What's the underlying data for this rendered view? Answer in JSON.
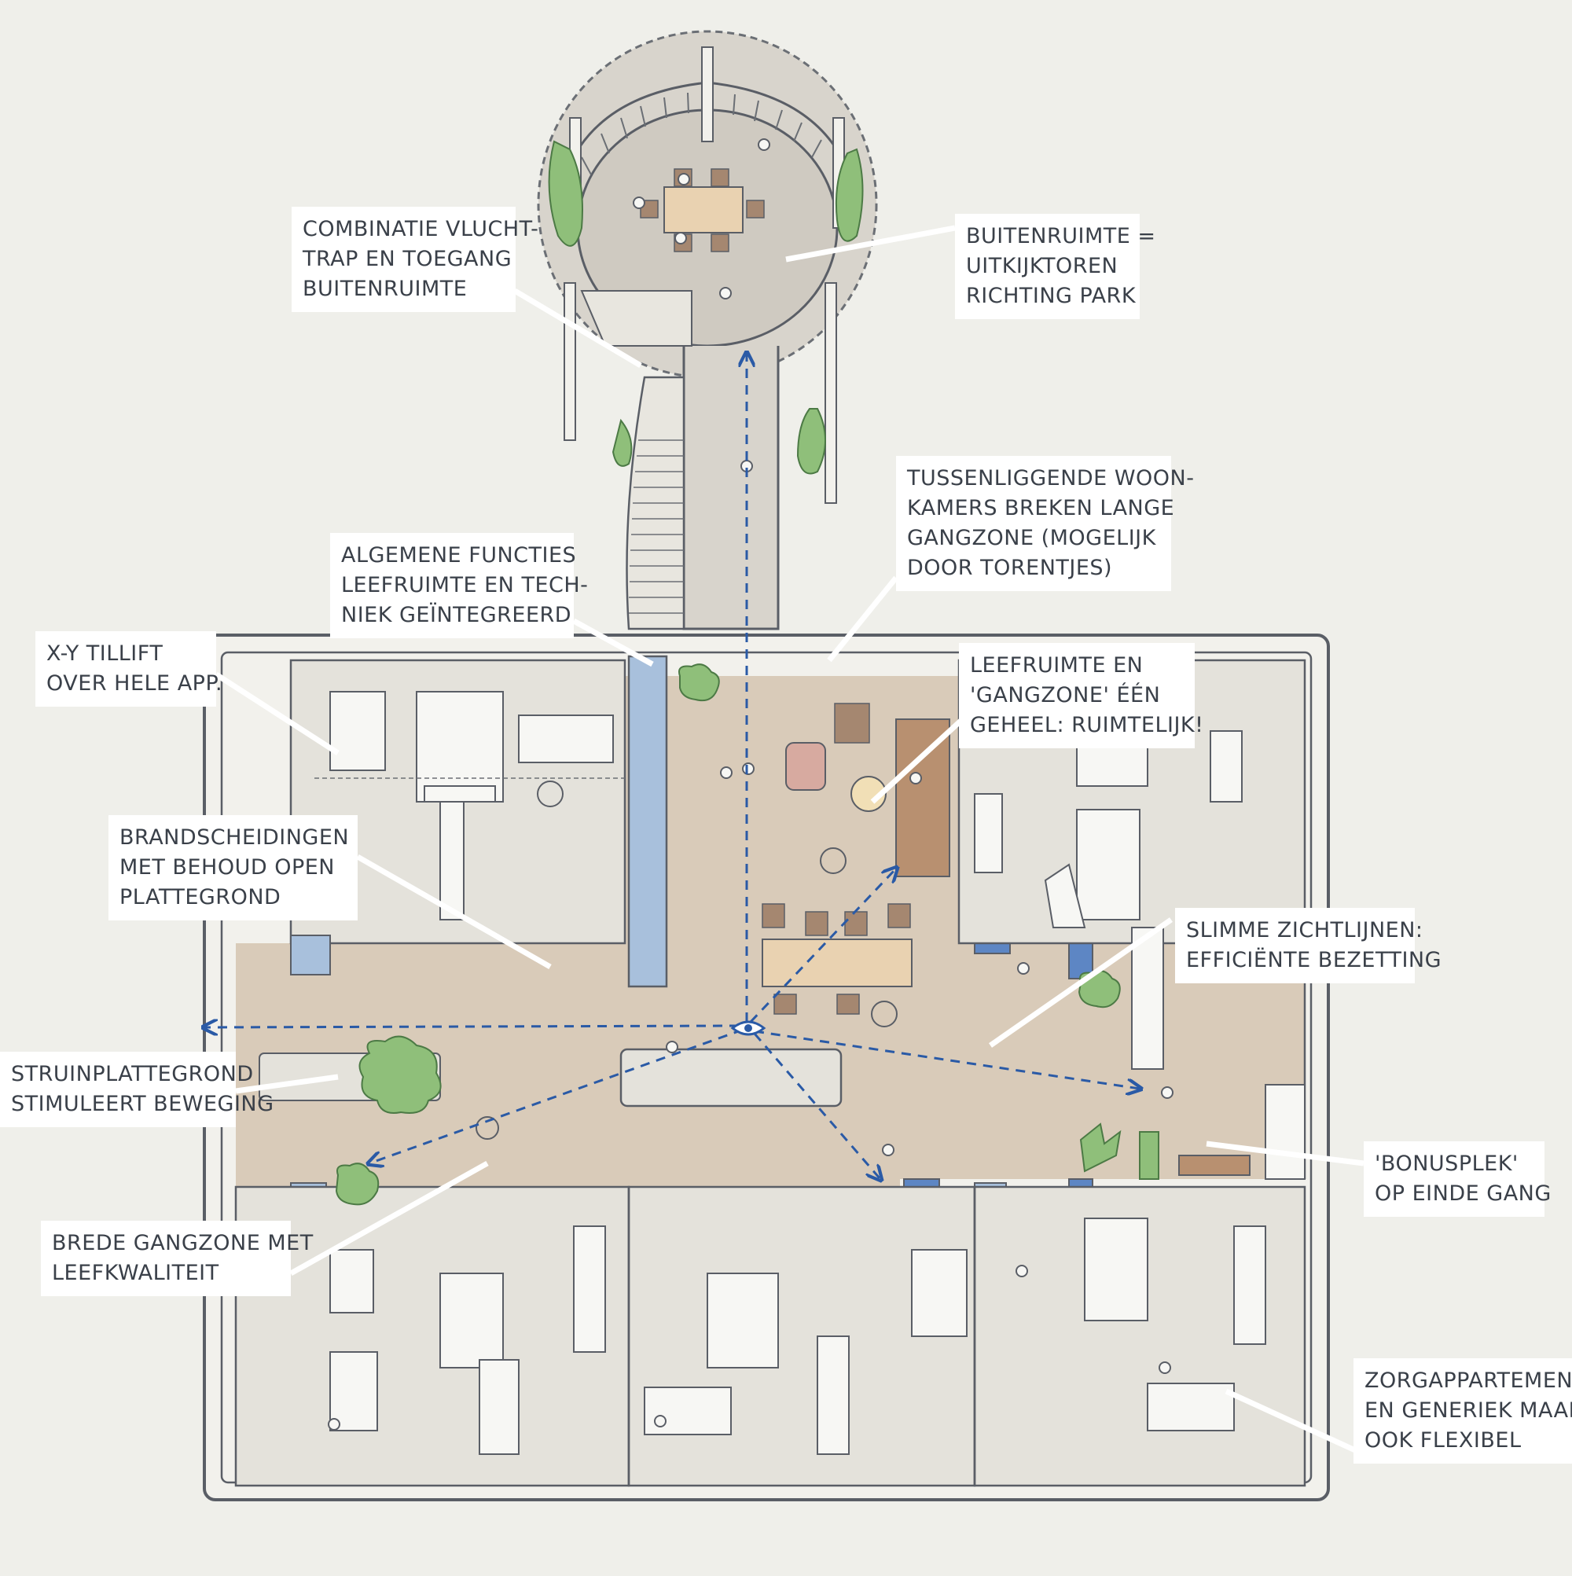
{
  "colors": {
    "background": "#efefea",
    "floor": "#d9cbb9",
    "room": "#e4e2db",
    "wall": "#f7f7f4",
    "line": "#5a5e66",
    "glass": "#a8c0dc",
    "green": "#8fbf7a",
    "arrow": "#2a5aa6",
    "furniture": "#8c6a55"
  },
  "icons": [
    "eye-icon",
    "plant-icon",
    "person-icon",
    "wheelchair-icon",
    "chair-icon",
    "table-icon",
    "bed-icon",
    "stair-icon"
  ],
  "annotations": {
    "escape_stair": [
      "COMBINATIE VLUCHT-",
      "TRAP EN TOEGANG",
      "BUITENRUIMTE"
    ],
    "outdoor_space": [
      "BUITENRUIMTE =",
      "UITKIJKTOREN",
      "RICHTING PARK"
    ],
    "living_rooms": [
      "TUSSENLIGGENDE WOON-",
      "KAMERS BREKEN LANGE",
      "GANGZONE (MOGELIJK",
      "DOOR TORENTJES)"
    ],
    "general_functions": [
      "ALGEMENE FUNCTIES",
      "LEEFRUIMTE EN TECH-",
      "NIEK GEÏNTEGREERD"
    ],
    "xy_lift": [
      "X-Y TILLIFT",
      "OVER HELE APP."
    ],
    "living_space": [
      "LEEFRUIMTE EN",
      "'GANGZONE' ÉÉN",
      "GEHEEL: RUIMTELIJK!"
    ],
    "fire_separation": [
      "BRANDSCHEIDINGEN",
      "MET BEHOUD OPEN",
      "PLATTEGROND"
    ],
    "sight_lines": [
      "SLIMME ZICHTLIJNEN:",
      "EFFICIËNTE BEZETTING"
    ],
    "roaming_plan": [
      "STRUINPLATTEGROND",
      "STIMULEERT BEWEGING"
    ],
    "bonus_spot": [
      "'BONUSPLEK'",
      "OP EINDE GANG"
    ],
    "wide_corridor": [
      "BREDE GANGZONE MET",
      "LEEFKWALITEIT"
    ],
    "care_apartments": [
      "ZORGAPPARTEMENT-",
      "EN GENERIEK MAAR",
      "OOK FLEXIBEL"
    ]
  }
}
